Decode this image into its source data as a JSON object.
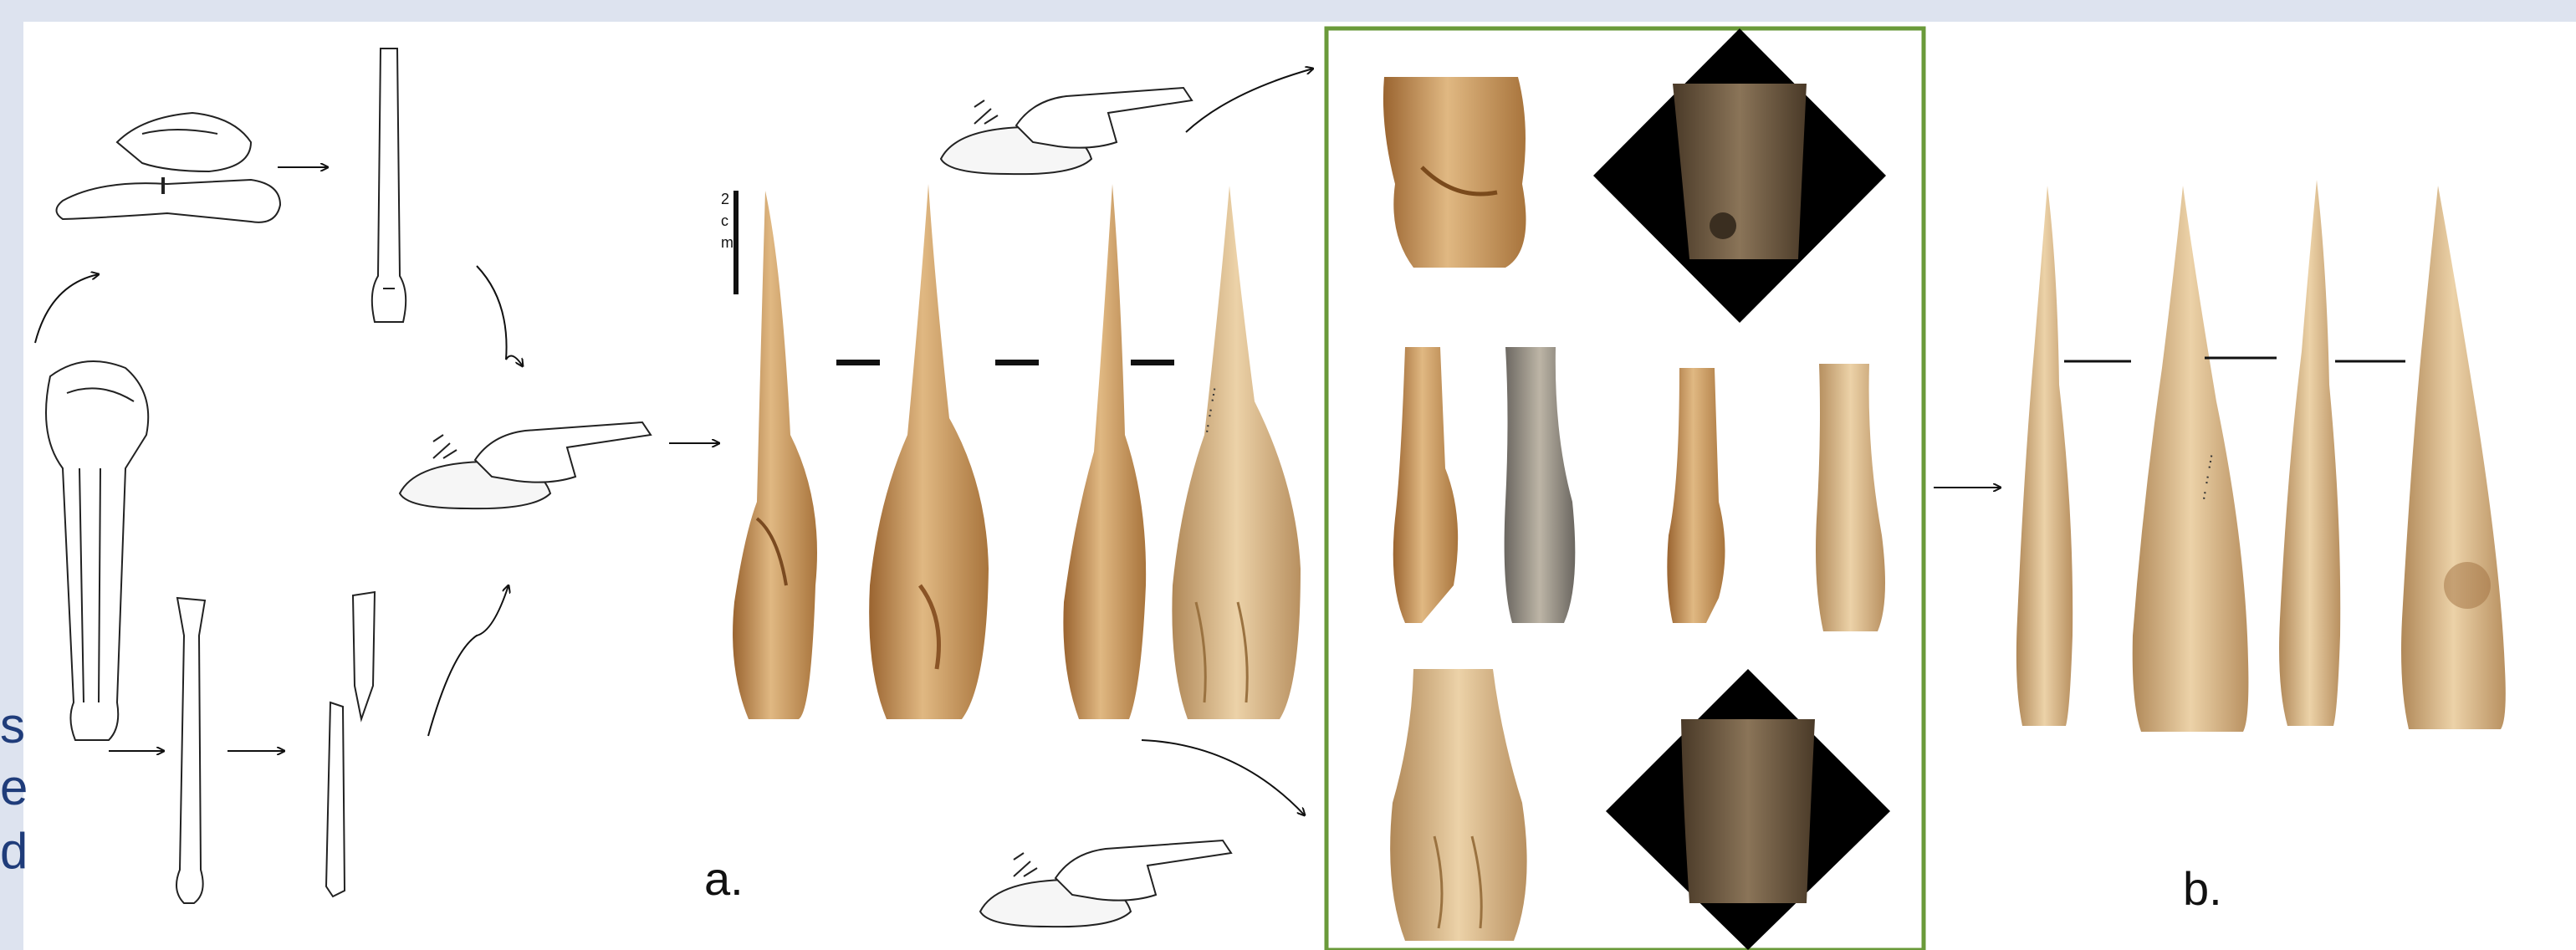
{
  "labels": {
    "a": "a.",
    "b": "b."
  },
  "scale_bar": {
    "value": "2",
    "unit_c": "c",
    "unit_m": "m"
  },
  "edge_fragment": [
    "s",
    "e",
    "d"
  ],
  "colors": {
    "page_border": "#dde3ef",
    "frame": "#6a9a3a",
    "edge_text": "#1f3c7a",
    "bone": "#c89a62",
    "bone_dark": "#8a5a2a",
    "diamond_bg": "#000000"
  },
  "icons": [
    "arrow-icon",
    "hand-on-stone-icon",
    "curved-arrow-icon"
  ]
}
